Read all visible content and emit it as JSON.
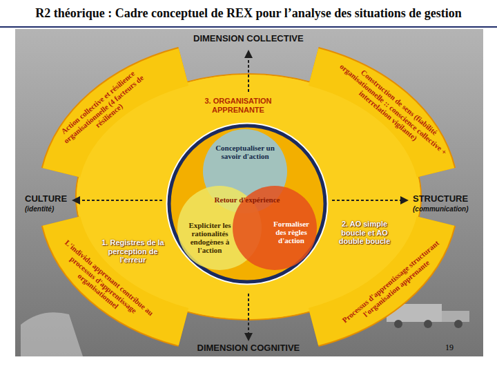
{
  "diagram": {
    "title": "R2 théorique : Cadre conceptuel de REX pour l’analyse des situations de gestion",
    "nodes": [
      {
        "text": [
          "Retour d'expérience"
        ]
      },
      {
        "text": [
          "Conceptualiser un savoir d'action"
        ],
        "in": 0
      },
      {
        "text": [
          "Expliciter les rationalités endogènes à l'action"
        ],
        "in": 0
      },
      {
        "text": [
          "Formaliser des règles d'action"
        ],
        "in": 0
      }
    ],
    "labels": [
      "DIMENSION COLLECTIVE",
      "CULTURE",
      "(identité)",
      "STRUCTURE",
      "(communication)",
      "3. ORGANISATION APPRENANTE",
      "Action collective et résilience organisationnelle (4 facteurs de résilience)",
      "Construction de sens (fiabilité organisationnelle :: conscience collective + interrelation vigilante)",
      "2. AO simple boucle et AO double boucle",
      "1. Registres de la perception de l'erreur",
      "L'individu apprenant contribue au processus d'apprentissage organisationnel",
      "Processus d'apprentissage structurant l'organisation apprenante",
      "DIMENSION COGNITIVE",
      "19"
    ]
  }
}
